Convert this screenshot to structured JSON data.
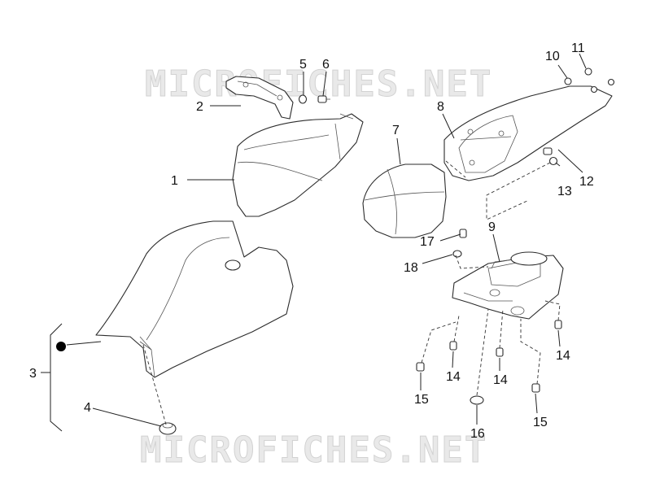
{
  "watermark": {
    "text": "MICROFICHES.NET"
  },
  "callouts": [
    {
      "id": "c1",
      "label": "1"
    },
    {
      "id": "c2",
      "label": "2"
    },
    {
      "id": "c3",
      "label": "3"
    },
    {
      "id": "c4",
      "label": "4"
    },
    {
      "id": "c5",
      "label": "5"
    },
    {
      "id": "c6",
      "label": "6"
    },
    {
      "id": "c7",
      "label": "7"
    },
    {
      "id": "c8",
      "label": "8"
    },
    {
      "id": "c9",
      "label": "9"
    },
    {
      "id": "c10",
      "label": "10"
    },
    {
      "id": "c11",
      "label": "11"
    },
    {
      "id": "c12",
      "label": "12"
    },
    {
      "id": "c13",
      "label": "13"
    },
    {
      "id": "c14a",
      "label": "14"
    },
    {
      "id": "c14b",
      "label": "14"
    },
    {
      "id": "c14c",
      "label": "14"
    },
    {
      "id": "c15a",
      "label": "15"
    },
    {
      "id": "c15b",
      "label": "15"
    },
    {
      "id": "c16",
      "label": "16"
    },
    {
      "id": "c17",
      "label": "17"
    },
    {
      "id": "c18",
      "label": "18"
    }
  ]
}
